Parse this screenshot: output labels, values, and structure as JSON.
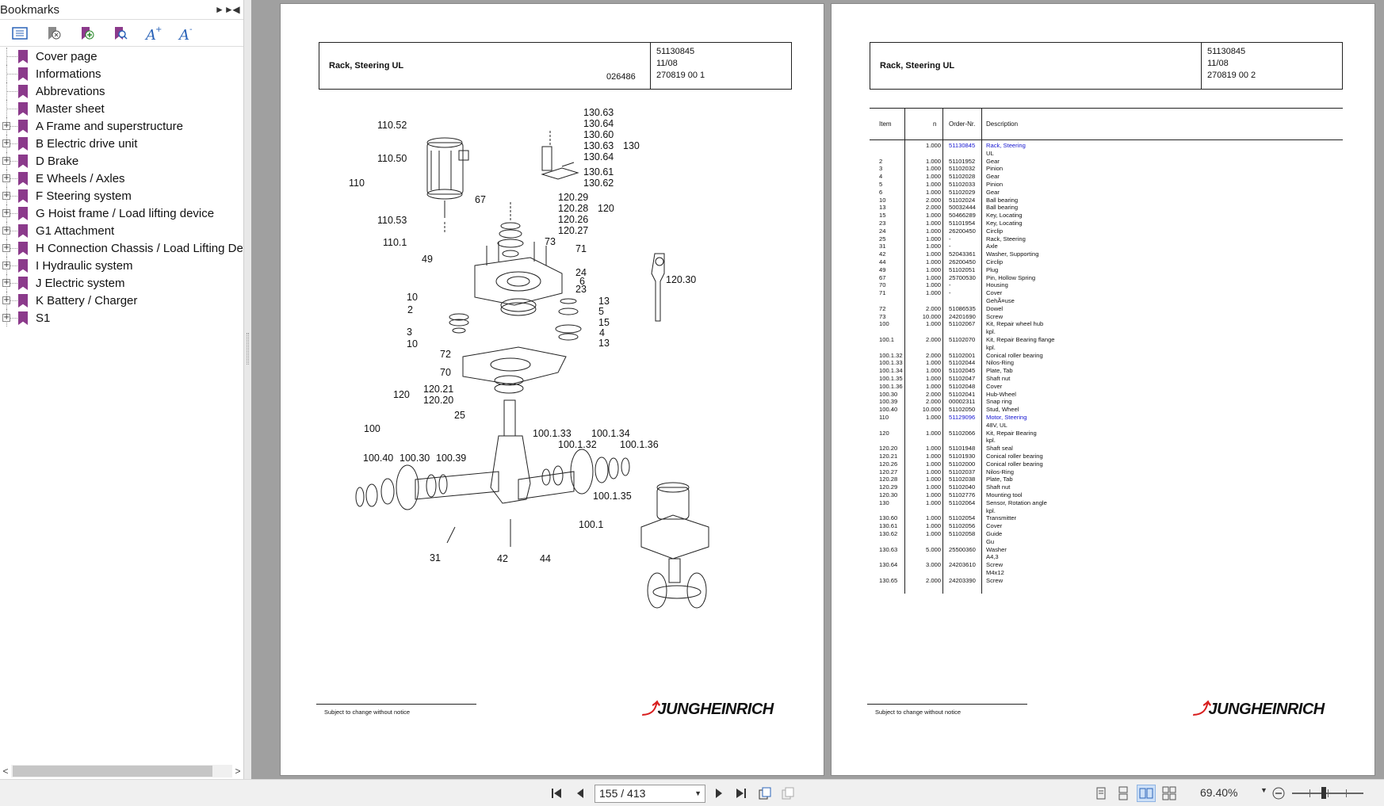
{
  "sidebar": {
    "title": "Bookmarks",
    "header_buttons": [
      "expand-all-icon",
      "collapse-panel-icon"
    ],
    "toolbar_icons": [
      "bookmark-options-icon",
      "delete-bookmark-icon",
      "add-bookmark-icon",
      "find-bookmark-icon",
      "increase-font-icon",
      "decrease-font-icon"
    ],
    "items": [
      {
        "label": "Cover page",
        "expandable": false
      },
      {
        "label": "Informations",
        "expandable": false
      },
      {
        "label": "Abbrevations",
        "expandable": false
      },
      {
        "label": "Master sheet",
        "expandable": false
      },
      {
        "label": "A Frame and superstructure",
        "expandable": true
      },
      {
        "label": "B Electric drive unit",
        "expandable": true
      },
      {
        "label": "D Brake",
        "expandable": true
      },
      {
        "label": "E Wheels / Axles",
        "expandable": true
      },
      {
        "label": "F Steering system",
        "expandable": true
      },
      {
        "label": "G Hoist frame / Load lifting device",
        "expandable": true
      },
      {
        "label": "G1 Attachment",
        "expandable": true
      },
      {
        "label": "H Connection Chassis / Load Lifting Devi",
        "expandable": true
      },
      {
        "label": "I Hydraulic system",
        "expandable": true
      },
      {
        "label": "J Electric system",
        "expandable": true
      },
      {
        "label": "K Battery / Charger",
        "expandable": true
      },
      {
        "label": "S1",
        "expandable": true
      }
    ]
  },
  "page_left": {
    "title": "Rack, Steering UL",
    "drawing_no": "026486",
    "part_no": "51130845",
    "date": "11/08",
    "ref": "270819 00 1",
    "footer_note": "Subject to change without notice",
    "logo": "JUNGHEINRICH",
    "diagram_labels": [
      "110.52",
      "110.50",
      "110",
      "110.53",
      "110.1",
      "49",
      "67",
      "130.63",
      "130.64",
      "130.60",
      "130.63",
      "130.64",
      "130",
      "130.61",
      "130.62",
      "120.29",
      "120.28",
      "120.26",
      "120.27",
      "120",
      "73",
      "71",
      "24",
      "6",
      "23",
      "120.30",
      "10",
      "2",
      "3",
      "10",
      "13",
      "5",
      "15",
      "4",
      "13",
      "72",
      "70",
      "120.21",
      "120.20",
      "120",
      "25",
      "100",
      "100.1.33",
      "100.1.34",
      "100.1.32",
      "100.1.36",
      "100.40",
      "100.30",
      "100.39",
      "100.1.35",
      "100.1",
      "31",
      "42",
      "44"
    ]
  },
  "page_right": {
    "title": "Rack, Steering UL",
    "part_no": "51130845",
    "date": "11/08",
    "ref": "270819 00 2",
    "footer_note": "Subject to change without notice",
    "logo": "JUNGHEINRICH",
    "table_headers": [
      "Item",
      "n",
      "Order-Nr.",
      "Description"
    ],
    "rows": [
      {
        "item": "",
        "n": "1.000",
        "order": "51130845",
        "desc": "Rack, Steering",
        "link": true
      },
      {
        "item": "",
        "n": "",
        "order": "",
        "desc": "UL",
        "link": false
      },
      {
        "item": "2",
        "n": "1.000",
        "order": "51101952",
        "desc": "Gear",
        "link": false
      },
      {
        "item": "3",
        "n": "1.000",
        "order": "51102032",
        "desc": "Pinion",
        "link": false
      },
      {
        "item": "4",
        "n": "1.000",
        "order": "51102028",
        "desc": "Gear",
        "link": false
      },
      {
        "item": "5",
        "n": "1.000",
        "order": "51102033",
        "desc": "Pinion",
        "link": false
      },
      {
        "item": "6",
        "n": "1.000",
        "order": "51102029",
        "desc": "Gear",
        "link": false
      },
      {
        "item": "10",
        "n": "2.000",
        "order": "51102024",
        "desc": "Ball bearing",
        "link": false
      },
      {
        "item": "13",
        "n": "2.000",
        "order": "50032444",
        "desc": "Ball bearing",
        "link": false
      },
      {
        "item": "15",
        "n": "1.000",
        "order": "50466289",
        "desc": "Key, Locating",
        "link": false
      },
      {
        "item": "23",
        "n": "1.000",
        "order": "51101954",
        "desc": "Key, Locating",
        "link": false
      },
      {
        "item": "24",
        "n": "1.000",
        "order": "26200450",
        "desc": "Circlip",
        "link": false
      },
      {
        "item": "25",
        "n": "1.000",
        "order": "-",
        "desc": "Rack, Steering",
        "link": false
      },
      {
        "item": "31",
        "n": "1.000",
        "order": "-",
        "desc": "Axle",
        "link": false
      },
      {
        "item": "42",
        "n": "1.000",
        "order": "52043361",
        "desc": "Washer, Supporting",
        "link": false
      },
      {
        "item": "44",
        "n": "1.000",
        "order": "26200450",
        "desc": "Circlip",
        "link": false
      },
      {
        "item": "49",
        "n": "1.000",
        "order": "51102051",
        "desc": "Plug",
        "link": false
      },
      {
        "item": "67",
        "n": "1.000",
        "order": "25700530",
        "desc": "Pin, Hollow Spring",
        "link": false
      },
      {
        "item": "70",
        "n": "1.000",
        "order": "-",
        "desc": "Housing",
        "link": false
      },
      {
        "item": "71",
        "n": "1.000",
        "order": "-",
        "desc": "Cover",
        "link": false
      },
      {
        "item": "",
        "n": "",
        "order": "",
        "desc": "GehÃ¤use",
        "link": false
      },
      {
        "item": "72",
        "n": "2.000",
        "order": "51086535",
        "desc": "Dowel",
        "link": false
      },
      {
        "item": "73",
        "n": "10.000",
        "order": "24201690",
        "desc": "Screw",
        "link": false
      },
      {
        "item": "100",
        "n": "1.000",
        "order": "51102067",
        "desc": "Kit, Repair wheel hub",
        "link": false
      },
      {
        "item": "",
        "n": "",
        "order": "",
        "desc": "kpl.",
        "link": false
      },
      {
        "item": "100.1",
        "n": "2.000",
        "order": "51102070",
        "desc": "Kit, Repair  Bearing flange",
        "link": false
      },
      {
        "item": "",
        "n": "",
        "order": "",
        "desc": "kpl.",
        "link": false
      },
      {
        "item": "100.1.32",
        "n": "2.000",
        "order": "51102001",
        "desc": "Conical roller bearing",
        "link": false
      },
      {
        "item": "100.1.33",
        "n": "1.000",
        "order": "51102044",
        "desc": "Nilos-Ring",
        "link": false
      },
      {
        "item": "100.1.34",
        "n": "1.000",
        "order": "51102045",
        "desc": "Plate, Tab",
        "link": false
      },
      {
        "item": "100.1.35",
        "n": "1.000",
        "order": "51102047",
        "desc": "Shaft nut",
        "link": false
      },
      {
        "item": "100.1.36",
        "n": "1.000",
        "order": "51102048",
        "desc": "Cover",
        "link": false
      },
      {
        "item": "100.30",
        "n": "2.000",
        "order": "51102041",
        "desc": "Hub-Wheel",
        "link": false
      },
      {
        "item": "100.39",
        "n": "2.000",
        "order": "00002311",
        "desc": "Snap ring",
        "link": false
      },
      {
        "item": "100.40",
        "n": "10.000",
        "order": "51102050",
        "desc": "Stud, Wheel",
        "link": false
      },
      {
        "item": "110",
        "n": "1.000",
        "order": "51129096",
        "desc": "Motor, Steering",
        "link": true
      },
      {
        "item": "",
        "n": "",
        "order": "",
        "desc": "48V, UL",
        "link": false
      },
      {
        "item": "120",
        "n": "1.000",
        "order": "51102066",
        "desc": "Kit, Repair  Bearing",
        "link": false
      },
      {
        "item": "",
        "n": "",
        "order": "",
        "desc": "kpl.",
        "link": false
      },
      {
        "item": "120.20",
        "n": "1.000",
        "order": "51101948",
        "desc": "Shaft seal",
        "link": false
      },
      {
        "item": "120.21",
        "n": "1.000",
        "order": "51101930",
        "desc": "Conical roller bearing",
        "link": false
      },
      {
        "item": "120.26",
        "n": "1.000",
        "order": "51102000",
        "desc": "Conical roller bearing",
        "link": false
      },
      {
        "item": "120.27",
        "n": "1.000",
        "order": "51102037",
        "desc": "Nilos-Ring",
        "link": false
      },
      {
        "item": "120.28",
        "n": "1.000",
        "order": "51102038",
        "desc": "Plate, Tab",
        "link": false
      },
      {
        "item": "120.29",
        "n": "1.000",
        "order": "51102040",
        "desc": "Shaft nut",
        "link": false
      },
      {
        "item": "120.30",
        "n": "1.000",
        "order": "51102776",
        "desc": "Mounting tool",
        "link": false
      },
      {
        "item": "130",
        "n": "1.000",
        "order": "51102064",
        "desc": "Sensor, Rotation angle",
        "link": false
      },
      {
        "item": "",
        "n": "",
        "order": "",
        "desc": "kpl.",
        "link": false
      },
      {
        "item": "130.60",
        "n": "1.000",
        "order": "51102054",
        "desc": "Transmitter",
        "link": false
      },
      {
        "item": "130.61",
        "n": "1.000",
        "order": "51102056",
        "desc": "Cover",
        "link": false
      },
      {
        "item": "130.62",
        "n": "1.000",
        "order": "51102058",
        "desc": "Guide",
        "link": false
      },
      {
        "item": "",
        "n": "",
        "order": "",
        "desc": "Gu",
        "link": false
      },
      {
        "item": "130.63",
        "n": "5.000",
        "order": "25500360",
        "desc": "Washer",
        "link": false
      },
      {
        "item": "",
        "n": "",
        "order": "",
        "desc": "A4,3",
        "link": false
      },
      {
        "item": "130.64",
        "n": "3.000",
        "order": "24203610",
        "desc": "Screw",
        "link": false
      },
      {
        "item": "",
        "n": "",
        "order": "",
        "desc": "M4x12",
        "link": false
      },
      {
        "item": "130.65",
        "n": "2.000",
        "order": "24203390",
        "desc": "Screw",
        "link": false
      }
    ]
  },
  "bottom_bar": {
    "page_indicator": "155 / 413",
    "zoom": "69.40%",
    "nav_icons": [
      "first-page-icon",
      "previous-page-icon",
      "next-page-icon",
      "last-page-icon",
      "fit-page-icon",
      "rotate-icon"
    ],
    "view_icons": [
      "single-page-icon",
      "continuous-icon",
      "two-page-icon",
      "two-page-continuous-icon"
    ]
  }
}
